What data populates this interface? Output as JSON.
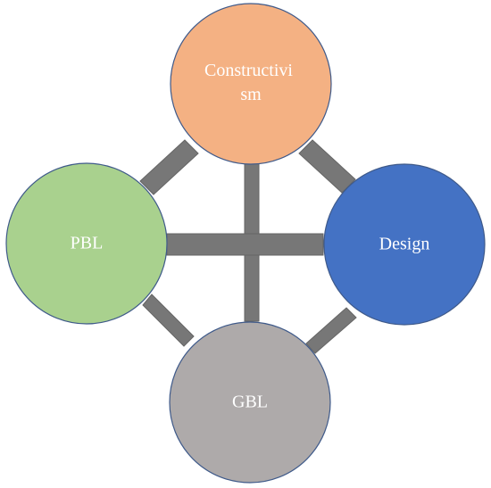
{
  "diagram": {
    "nodes": [
      {
        "id": "constructivism",
        "lines": [
          "Constructivi",
          "sm"
        ],
        "fill": "#f4b183"
      },
      {
        "id": "pbl",
        "lines": [
          "PBL"
        ],
        "fill": "#a9d18e"
      },
      {
        "id": "design",
        "lines": [
          "Design"
        ],
        "fill": "#4472c4"
      },
      {
        "id": "gbl",
        "lines": [
          "GBL"
        ],
        "fill": "#aeaaaa"
      }
    ],
    "connections": [
      [
        "constructivism",
        "pbl"
      ],
      [
        "constructivism",
        "design"
      ],
      [
        "constructivism",
        "gbl"
      ],
      [
        "pbl",
        "design"
      ],
      [
        "pbl",
        "gbl"
      ],
      [
        "design",
        "gbl"
      ]
    ]
  }
}
